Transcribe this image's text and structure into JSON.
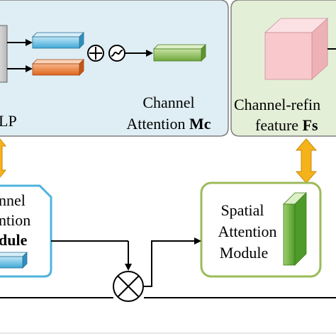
{
  "top_left_panel": {
    "label_fragment": "LP",
    "output_label_line1": "Channel",
    "output_label_line2_prefix": "Attention ",
    "output_label_line2_bold": "Mc",
    "operator_add_icon": "circle-plus-icon",
    "operator_sigmoid_icon": "sigmoid-icon"
  },
  "top_right_panel": {
    "label_line1": "Channel-refin",
    "label_line2_prefix": "feature ",
    "label_line2_bold": "Fs"
  },
  "channel_module": {
    "line1": "nnel",
    "line2": "ntion",
    "line3": "dule"
  },
  "spatial_module": {
    "line1": "Spatial",
    "line2": "Attention",
    "line3": "Module"
  },
  "multiply_icon": "circle-times-icon",
  "colors": {
    "panel_left_bg": "#dfeef4",
    "panel_right_bg": "#e4efd8",
    "channel_box_border": "#4fb3dc",
    "spatial_box_border": "#9bbb59",
    "double_arrow": "#f5b21a",
    "bar_blue": "#63c3ea",
    "bar_orange": "#ef7d2d",
    "bar_green": "#8fc04f",
    "cube_pink": "#f8c8cc"
  }
}
